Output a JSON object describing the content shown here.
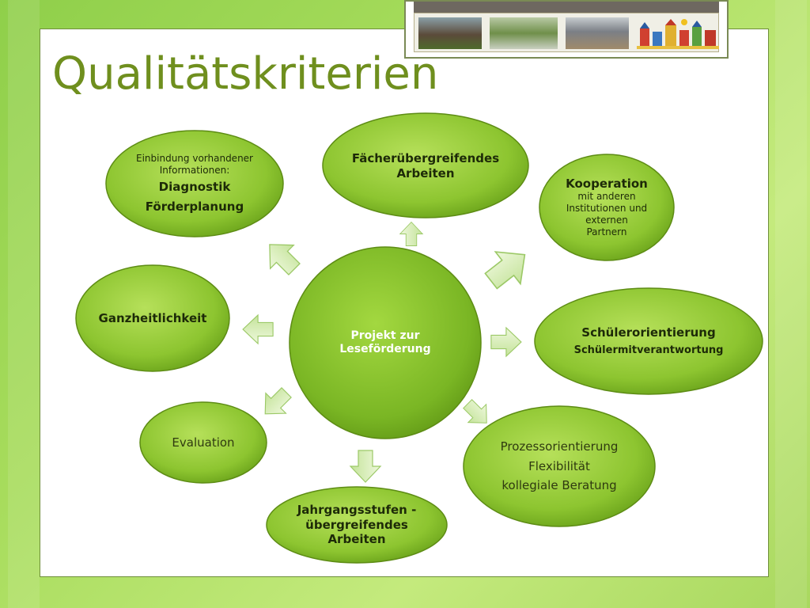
{
  "title": "Qualitätskriterien",
  "colors": {
    "title": "#6f8f1e",
    "node_fill_light": "#a8d84a",
    "node_fill_dark": "#6aa318",
    "node_stroke": "#5d8c14",
    "arrow_fill": "#d7eeb0",
    "arrow_stroke": "#9cc967"
  },
  "center": {
    "line1": "Projekt zur",
    "line2": "Leseförderung"
  },
  "nodes": {
    "diagnostik": {
      "intro": "Einbindung vorhandener Informationen:",
      "line1": "Diagnostik",
      "line2": "Förderplanung"
    },
    "faecher": {
      "line1": "Fächerübergreifendes",
      "line2": "Arbeiten"
    },
    "kooperation": {
      "heading": "Kooperation",
      "sub1": "mit anderen",
      "sub2": "Institutionen und",
      "sub3": "externen",
      "sub4": "Partnern"
    },
    "ganzheit": {
      "label": "Ganzheitlichkeit"
    },
    "schueler": {
      "line1": "Schülerorientierung",
      "line2": "Schülermitverantwortung"
    },
    "evaluation": {
      "label": "Evaluation"
    },
    "prozess": {
      "line1": "Prozessorientierung",
      "line2": "Flexibilität",
      "line3": "kollegiale Beratung"
    },
    "jahrgang": {
      "line1": "Jahrgangsstufen -",
      "line2": "übergreifendes",
      "line3": "Arbeiten"
    }
  }
}
